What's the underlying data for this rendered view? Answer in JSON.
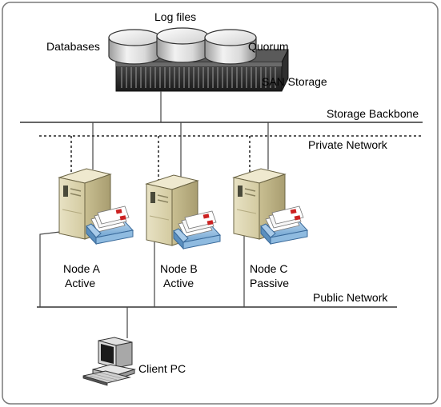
{
  "diagram": {
    "storage": {
      "databases": "Databases",
      "log_files": "Log files",
      "quorum": "Quorum",
      "san": "SAN Storage"
    },
    "networks": {
      "storage_backbone": "Storage Backbone",
      "private": "Private Network",
      "public": "Public Network"
    },
    "nodes": [
      {
        "name": "Node A",
        "state": "Active"
      },
      {
        "name": "Node B",
        "state": "Active"
      },
      {
        "name": "Node C",
        "state": "Passive"
      }
    ],
    "client": "Client PC"
  }
}
